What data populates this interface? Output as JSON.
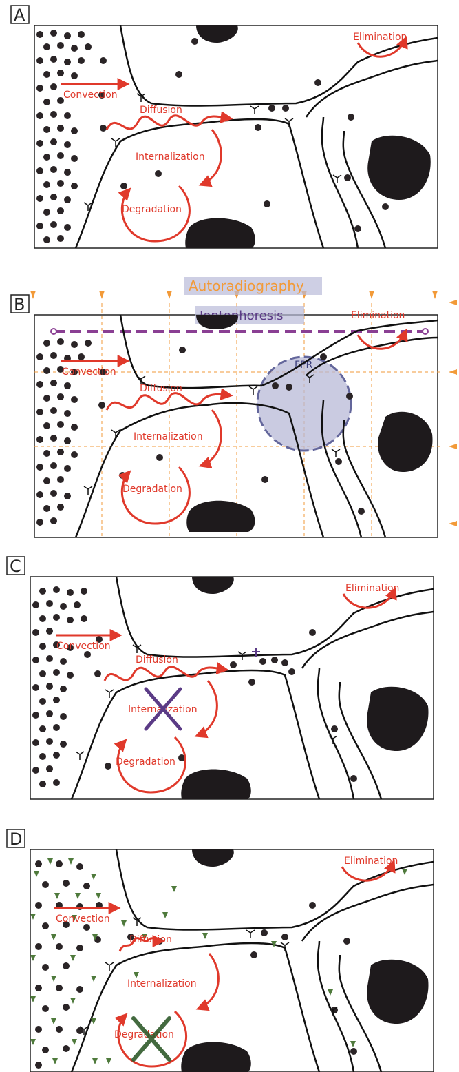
{
  "panels": [
    {
      "letter": "A",
      "labels": {
        "convection": "Convection",
        "diffusion": "Diffusion",
        "internalization": "Internalization",
        "degradation": "Degradation",
        "elimination": "Elimination"
      }
    },
    {
      "letter": "B",
      "labels": {
        "convection": "Convection",
        "diffusion": "Diffusion",
        "internalization": "Internalization",
        "degradation": "Degradation",
        "elimination": "Elimination",
        "autoradiography": "Autoradiography",
        "iontophoresis": "Iontophoresis",
        "fpr": "FPR"
      }
    },
    {
      "letter": "C",
      "labels": {
        "convection": "Convection",
        "diffusion": "Diffusion",
        "internalization": "Internalization",
        "degradation": "Degradation",
        "elimination": "Elimination"
      }
    },
    {
      "letter": "D",
      "labels": {
        "convection": "Convection",
        "diffusion": "Diffusion",
        "internalization": "Internalization",
        "degradation": "Degradation",
        "elimination": "Elimination"
      }
    }
  ],
  "colors": {
    "process_arrow": "#e0392b",
    "cell_outline": "#111111",
    "molecule": "#2a2426",
    "nucleus": "#1e1a1c",
    "block_purple": "#5b3b86",
    "block_green": "#2f5a2b",
    "autoradiography": "#f29a38",
    "iontophoresis": "#8a3f93",
    "fpr_fill": "#b9bad8",
    "fpr_border": "#2f337a",
    "ligand_green": "#4f7a3c"
  }
}
